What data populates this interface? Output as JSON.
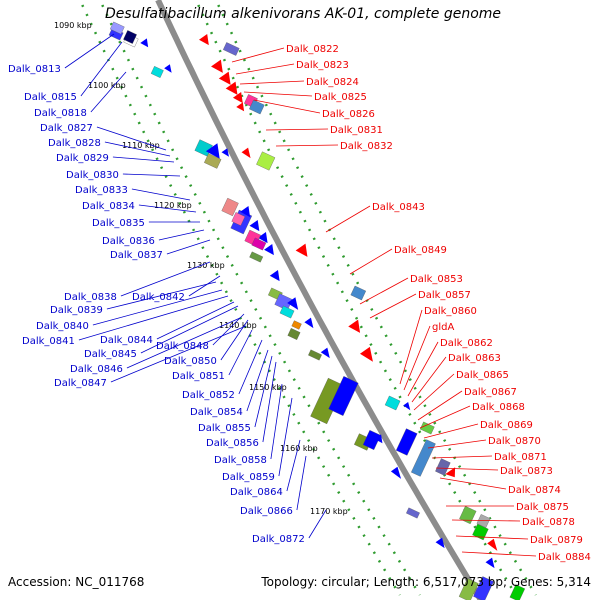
{
  "title": "Desulfatibacillum alkenivorans AK-01, complete genome",
  "accession": "Accession: NC_011768",
  "summary": "Topology: circular; Length: 6,517,073 bp; Genes: 5,314",
  "colors": {
    "backbone": "#8c8c8c",
    "dots": "#2f9b2f",
    "left_labels": "#0000cc",
    "right_labels": "#ee0000"
  },
  "kbp_ticks": [
    "1090 kbp",
    "1100 kbp",
    "1110 kbp",
    "1120 kbp",
    "1130 kbp",
    "1140 kbp",
    "1150 kbp",
    "1160 kbp",
    "1170 kbp"
  ],
  "left_labels": [
    "Dalk_0813",
    "Dalk_0815",
    "Dalk_0818",
    "Dalk_0827",
    "Dalk_0828",
    "Dalk_0829",
    "Dalk_0830",
    "Dalk_0833",
    "Dalk_0834",
    "Dalk_0835",
    "Dalk_0836",
    "Dalk_0837",
    "Dalk_0838",
    "Dalk_0842",
    "Dalk_0839",
    "Dalk_0840",
    "Dalk_0841",
    "Dalk_0844",
    "Dalk_0845",
    "Dalk_0848",
    "Dalk_0846",
    "Dalk_0850",
    "Dalk_0847",
    "Dalk_0851",
    "Dalk_0852",
    "Dalk_0854",
    "Dalk_0855",
    "Dalk_0856",
    "Dalk_0858",
    "Dalk_0859",
    "Dalk_0864",
    "Dalk_0866",
    "Dalk_0872"
  ],
  "right_labels": [
    "Dalk_0822",
    "Dalk_0823",
    "Dalk_0824",
    "Dalk_0825",
    "Dalk_0826",
    "Dalk_0831",
    "Dalk_0832",
    "Dalk_0843",
    "Dalk_0849",
    "Dalk_0853",
    "Dalk_0857",
    "Dalk_0860",
    "gldA",
    "Dalk_0862",
    "Dalk_0863",
    "Dalk_0865",
    "Dalk_0867",
    "Dalk_0868",
    "Dalk_0869",
    "Dalk_0870",
    "Dalk_0871",
    "Dalk_0873",
    "Dalk_0874",
    "Dalk_0875",
    "Dalk_0878",
    "Dalk_0879",
    "Dalk_0884"
  ]
}
